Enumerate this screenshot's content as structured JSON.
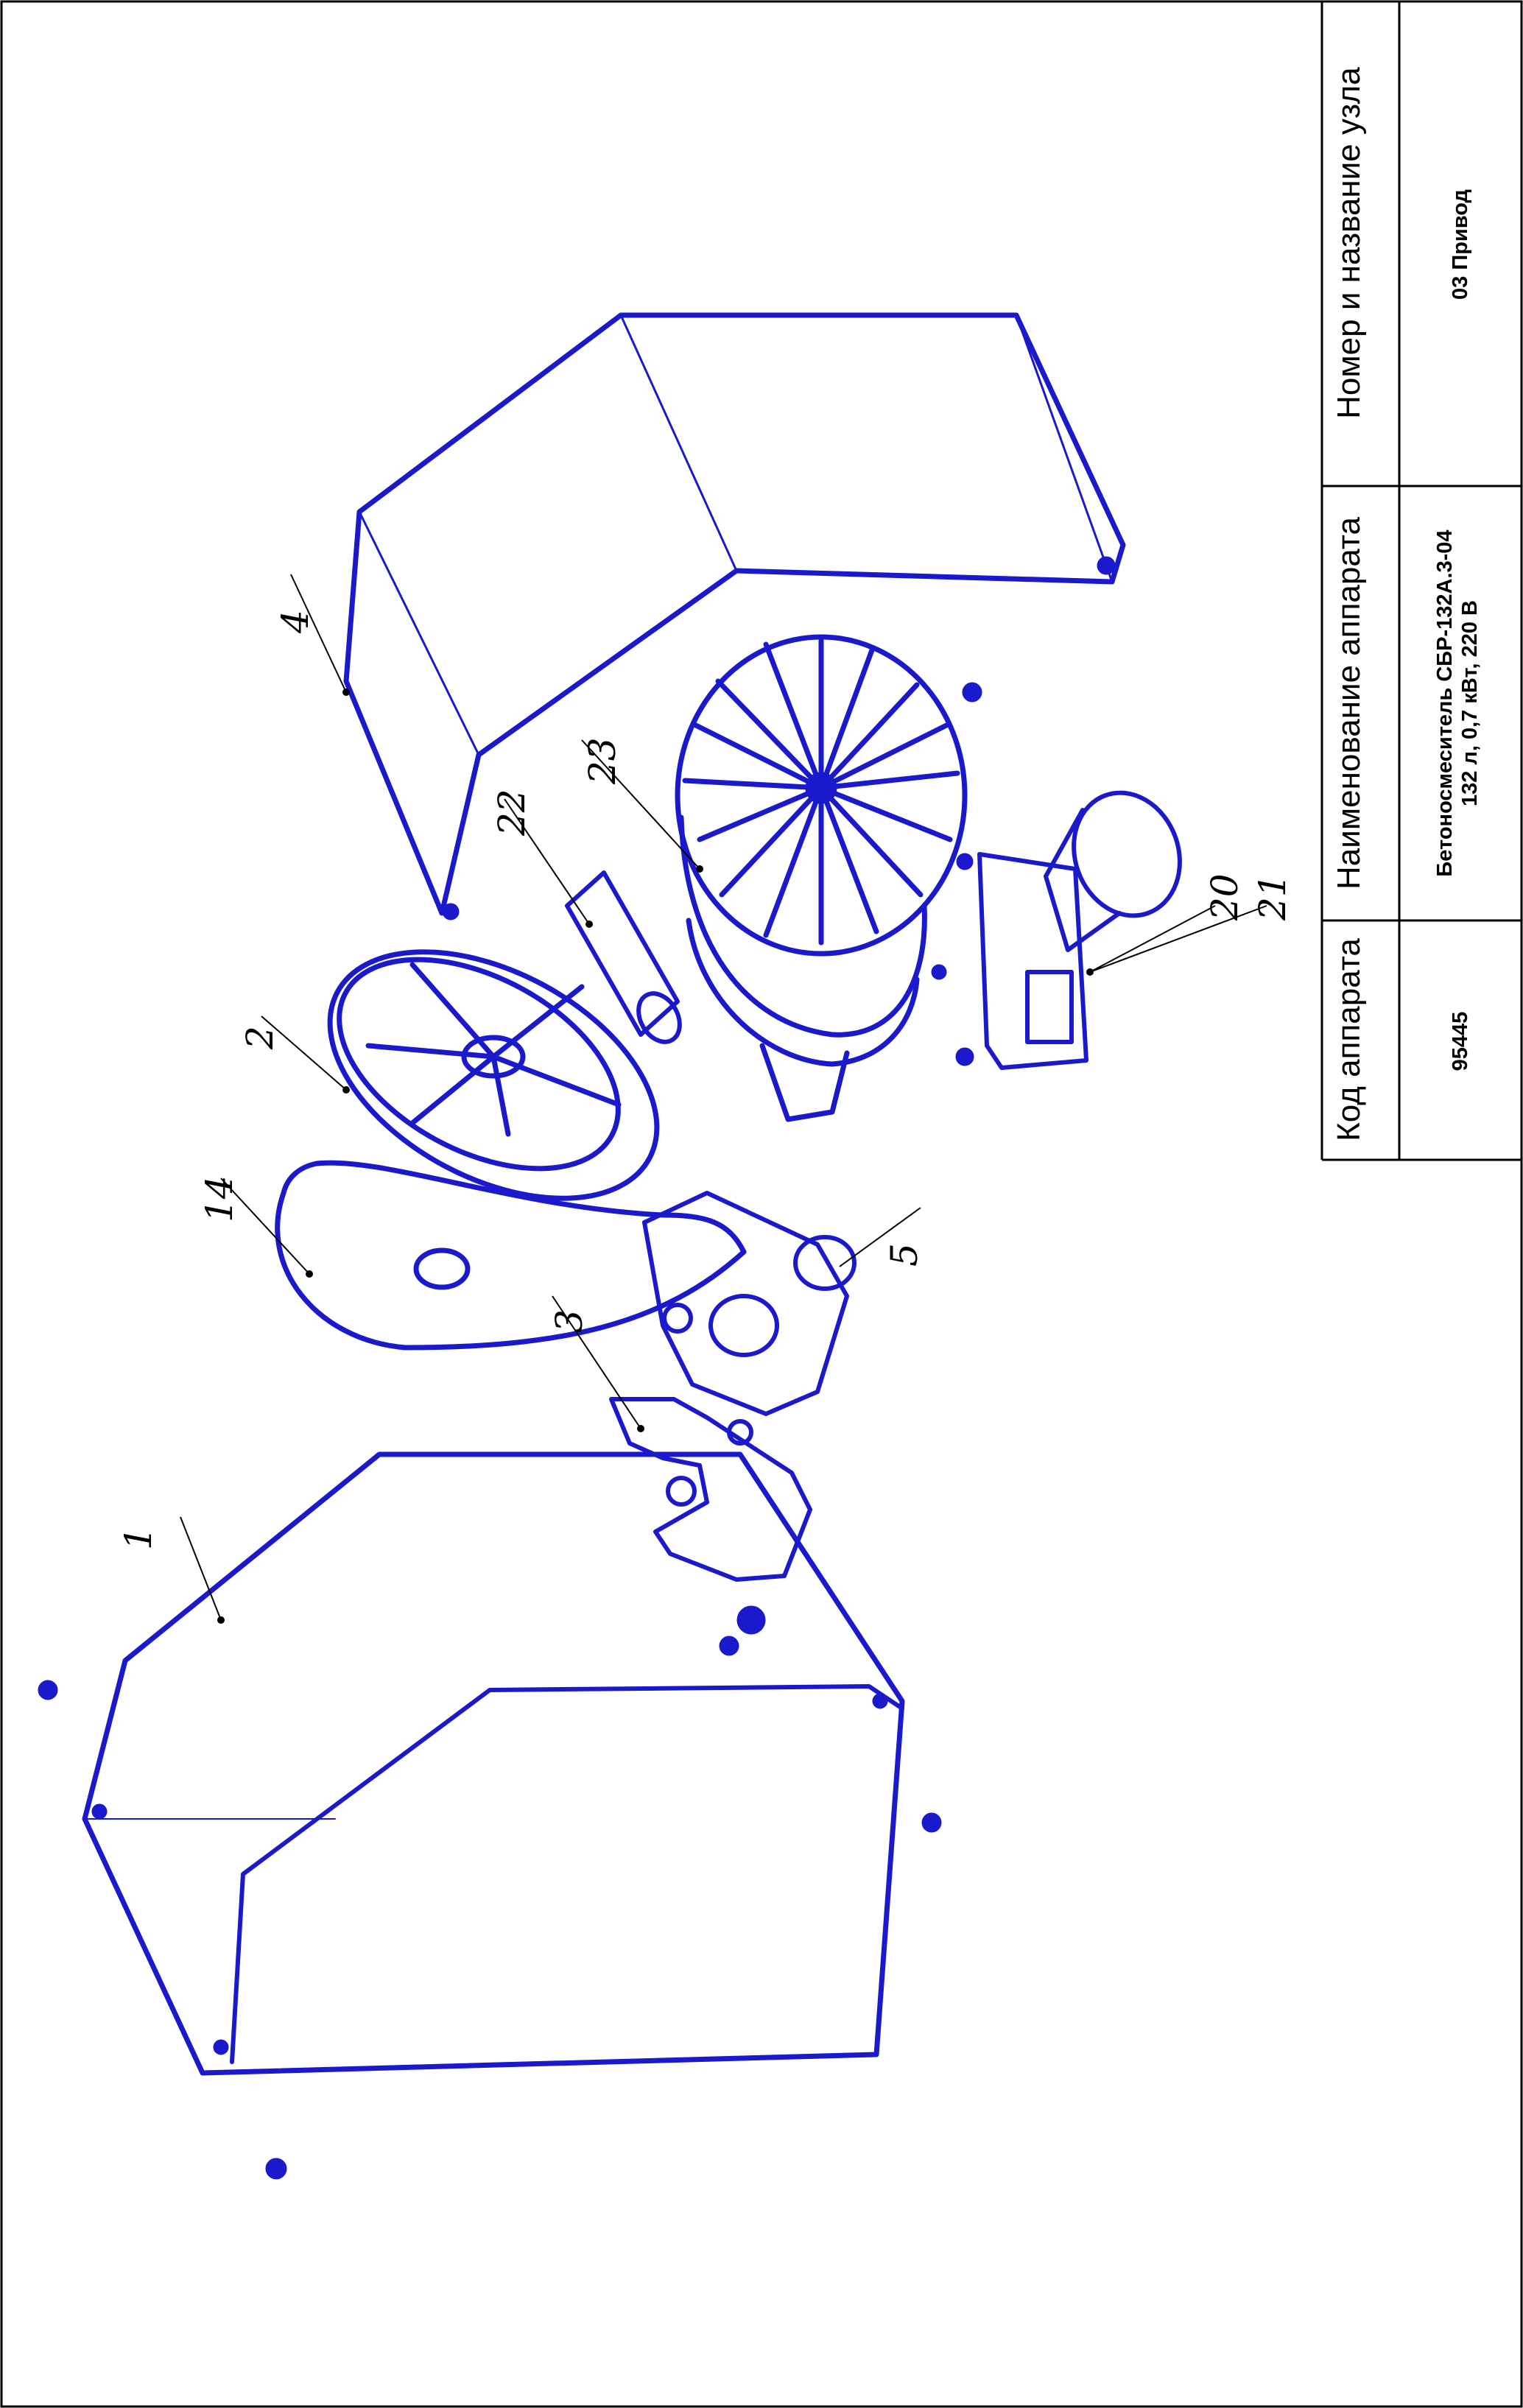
{
  "title_block": {
    "col1_header": "Код аппарата",
    "col1_value": "95445",
    "col2_header": "Наименование аппарата",
    "col2_value_line1": "Бетоносмеситель СБР-132А.3-04",
    "col2_value_line2": "132 л, 0,7 кВт, 220 В",
    "col3_header": "Номер и название узла",
    "col3_value": "03 Привод"
  },
  "callouts": [
    "1",
    "2",
    "3",
    "4",
    "5",
    "14",
    "20",
    "21",
    "22",
    "23"
  ],
  "colors": {
    "drawing": "#1a1acc",
    "frame": "#000000",
    "background": "#ffffff"
  }
}
